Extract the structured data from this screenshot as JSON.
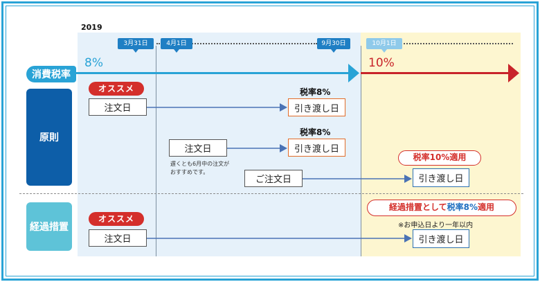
{
  "year": "2019",
  "dates": {
    "mar31": "3月31日",
    "apr1": "4月1日",
    "sep30": "9月30日",
    "oct1": "10月1日"
  },
  "tax": {
    "label": "消費税率",
    "current_rate": "8%",
    "new_rate": "10%"
  },
  "sections": {
    "principle": "原則",
    "transition": "経過措置"
  },
  "recommend": "オススメ",
  "order_date": "注文日",
  "order_date_polite": "ご注文日",
  "delivery_date": "引き渡し日",
  "rate8": "税率8%",
  "rate10_applied": "税率10%適用",
  "note_june": "遅くとも6月中の注文がおすすめです。",
  "transition_label": {
    "prefix": "経過措置として",
    "emphasis": "税率8%",
    "suffix": "適用"
  },
  "transition_note": "※お申込日より一年以内",
  "colors": {
    "blue": "#29a3d6",
    "navy": "#0d5ea8",
    "red": "#c8242a",
    "teal": "#5ec3d8",
    "orange": "#e26b28",
    "yellow_bg": "#fdf6d0",
    "blue_bg": "#e6f1fa"
  }
}
